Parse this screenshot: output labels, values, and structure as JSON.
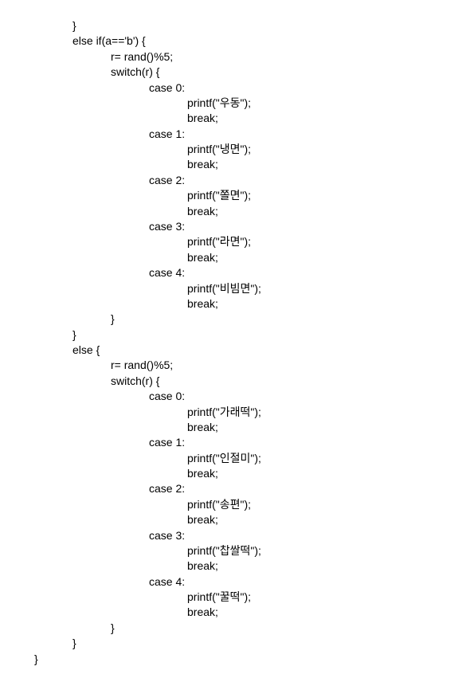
{
  "document": {
    "lines": [
      {
        "indent": 2,
        "text": "}"
      },
      {
        "indent": 2,
        "text": "else if(a=='b') {"
      },
      {
        "indent": 3,
        "text": "r= rand()%5;"
      },
      {
        "indent": 3,
        "text": "switch(r) {"
      },
      {
        "indent": 4,
        "text": "case 0:"
      },
      {
        "indent": 5,
        "text": "printf(\"우동\");"
      },
      {
        "indent": 5,
        "text": "break;"
      },
      {
        "indent": 4,
        "text": "case 1:"
      },
      {
        "indent": 5,
        "text": "printf(\"냉면\");"
      },
      {
        "indent": 5,
        "text": "break;"
      },
      {
        "indent": 4,
        "text": "case 2:"
      },
      {
        "indent": 5,
        "text": "printf(\"쫄면\");"
      },
      {
        "indent": 5,
        "text": "break;"
      },
      {
        "indent": 4,
        "text": "case 3:"
      },
      {
        "indent": 5,
        "text": "printf(\"라면\");"
      },
      {
        "indent": 5,
        "text": "break;"
      },
      {
        "indent": 4,
        "text": "case 4:"
      },
      {
        "indent": 5,
        "text": "printf(\"비빔면\");"
      },
      {
        "indent": 5,
        "text": "break;"
      },
      {
        "indent": 3,
        "text": "}"
      },
      {
        "indent": 2,
        "text": "}"
      },
      {
        "indent": 2,
        "text": "else {"
      },
      {
        "indent": 3,
        "text": "r= rand()%5;"
      },
      {
        "indent": 3,
        "text": "switch(r) {"
      },
      {
        "indent": 4,
        "text": "case 0:"
      },
      {
        "indent": 5,
        "text": "printf(\"가래떡\");"
      },
      {
        "indent": 5,
        "text": "break;"
      },
      {
        "indent": 4,
        "text": "case 1:"
      },
      {
        "indent": 5,
        "text": "printf(\"인절미\");"
      },
      {
        "indent": 5,
        "text": "break;"
      },
      {
        "indent": 4,
        "text": "case 2:"
      },
      {
        "indent": 5,
        "text": "printf(\"송편\");"
      },
      {
        "indent": 5,
        "text": "break;"
      },
      {
        "indent": 4,
        "text": "case 3:"
      },
      {
        "indent": 5,
        "text": "printf(\"찹쌀떡\");"
      },
      {
        "indent": 5,
        "text": "break;"
      },
      {
        "indent": 4,
        "text": "case 4:"
      },
      {
        "indent": 5,
        "text": "printf(\"꿀떡\");"
      },
      {
        "indent": 5,
        "text": "break;"
      },
      {
        "indent": 3,
        "text": "}"
      },
      {
        "indent": 2,
        "text": "}"
      },
      {
        "indent": 1,
        "text": "}"
      }
    ]
  }
}
